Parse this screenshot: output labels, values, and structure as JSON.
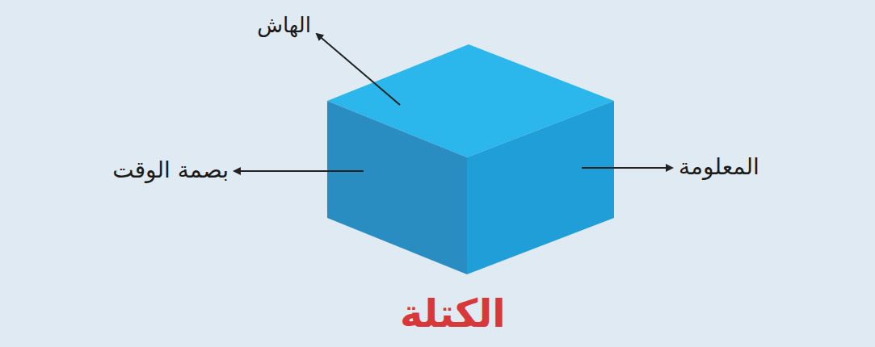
{
  "diagram": {
    "title": "الكتلة",
    "labels": [
      "الهاش",
      "بصمة الوقت",
      "المعلومة"
    ]
  }
}
